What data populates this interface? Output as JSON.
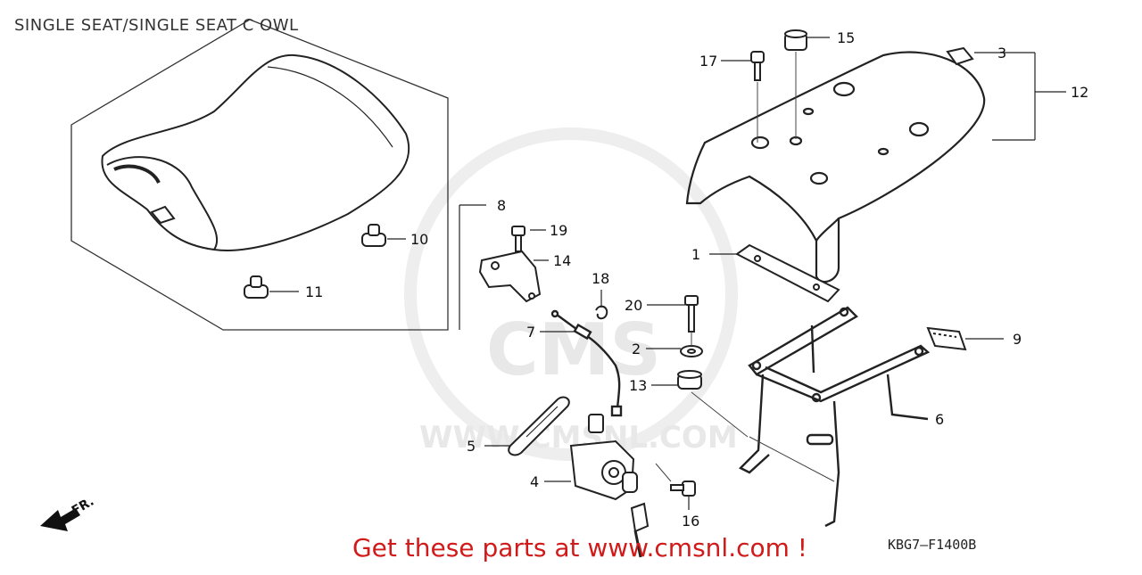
{
  "title": "SINGLE SEAT/SINGLE SEAT C OWL",
  "diagram_code": "KBG7—F1400B",
  "promo": "Get these parts at www.cmsnl.com !",
  "front_indicator": "FR.",
  "watermark": "WWW.CMSNL.COM",
  "watermark_logo": "CMS",
  "callouts": [
    "1",
    "2",
    "3",
    "4",
    "5",
    "6",
    "7",
    "8",
    "9",
    "10",
    "11",
    "12",
    "13",
    "14",
    "15",
    "16",
    "17",
    "18",
    "19",
    "20"
  ]
}
